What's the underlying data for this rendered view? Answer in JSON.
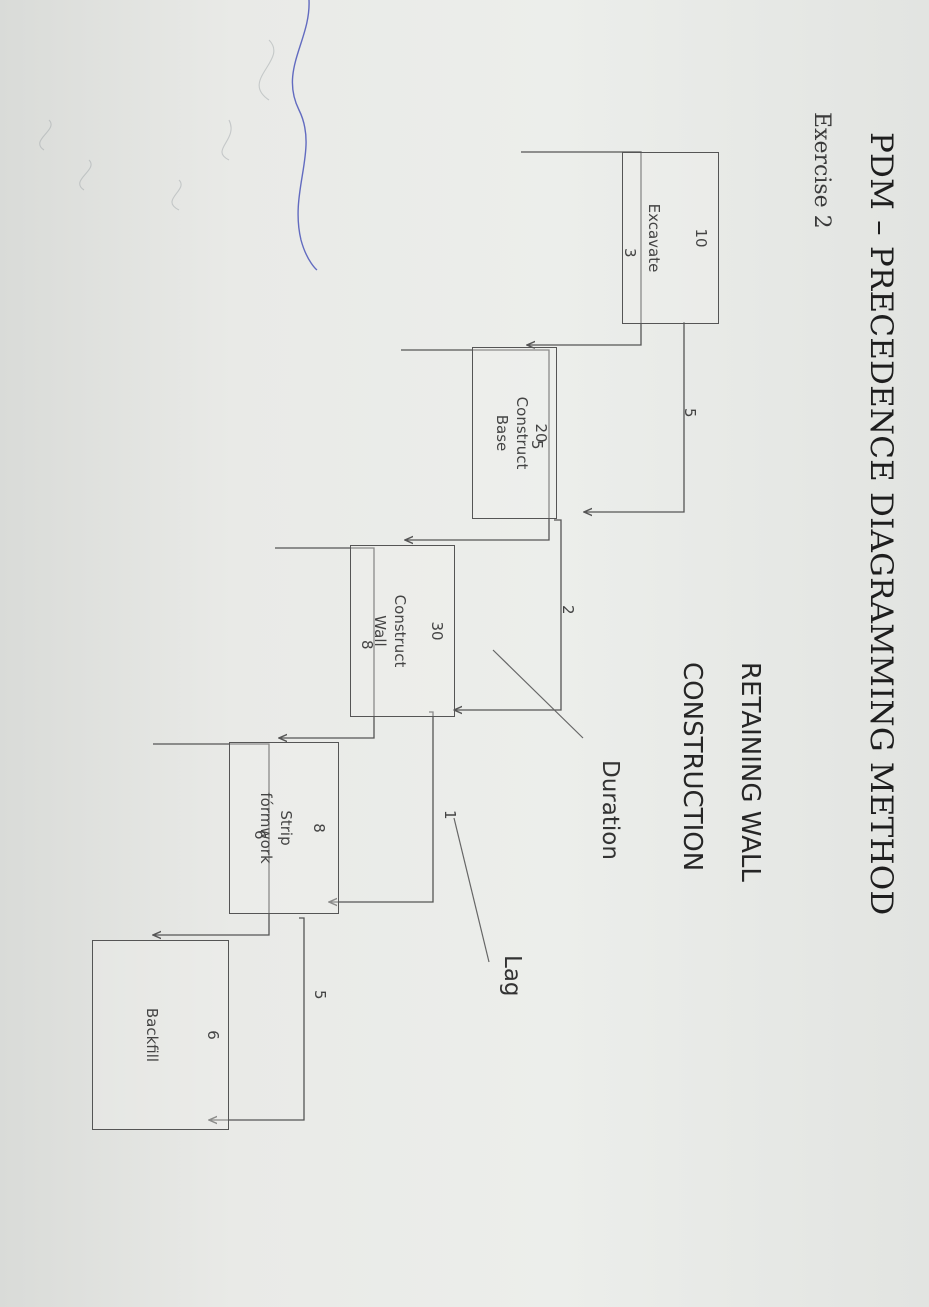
{
  "title": "PDM – PRECEDENCE DIAGRAMMING METHOD",
  "exercise": "Exercise 2",
  "subtitle_line1": "RETAINING WALL",
  "subtitle_line2": "CONSTRUCTION",
  "callouts": {
    "duration": "Duration",
    "lag": "Lag"
  },
  "activities": [
    {
      "id": "excavate",
      "name_lines": [
        "Excavate"
      ],
      "duration": "10"
    },
    {
      "id": "base",
      "name_lines": [
        "Construct",
        "Base"
      ],
      "duration": "20"
    },
    {
      "id": "wall",
      "name_lines": [
        "Construct",
        "Wall"
      ],
      "duration": "30"
    },
    {
      "id": "strip",
      "name_lines": [
        "Strip",
        "fórmwork"
      ],
      "duration": "8"
    },
    {
      "id": "backfill",
      "name_lines": [
        "Backfill"
      ],
      "duration": "6"
    }
  ],
  "links": [
    {
      "from": "excavate",
      "to": "base",
      "start_lag": "3",
      "finish_lag": "5"
    },
    {
      "from": "base",
      "to": "wall",
      "start_lag": "5",
      "finish_lag": "2"
    },
    {
      "from": "wall",
      "to": "strip",
      "start_lag": "8",
      "finish_lag": "1"
    },
    {
      "from": "strip",
      "to": "backfill",
      "start_lag": "6",
      "finish_lag": "5"
    }
  ]
}
